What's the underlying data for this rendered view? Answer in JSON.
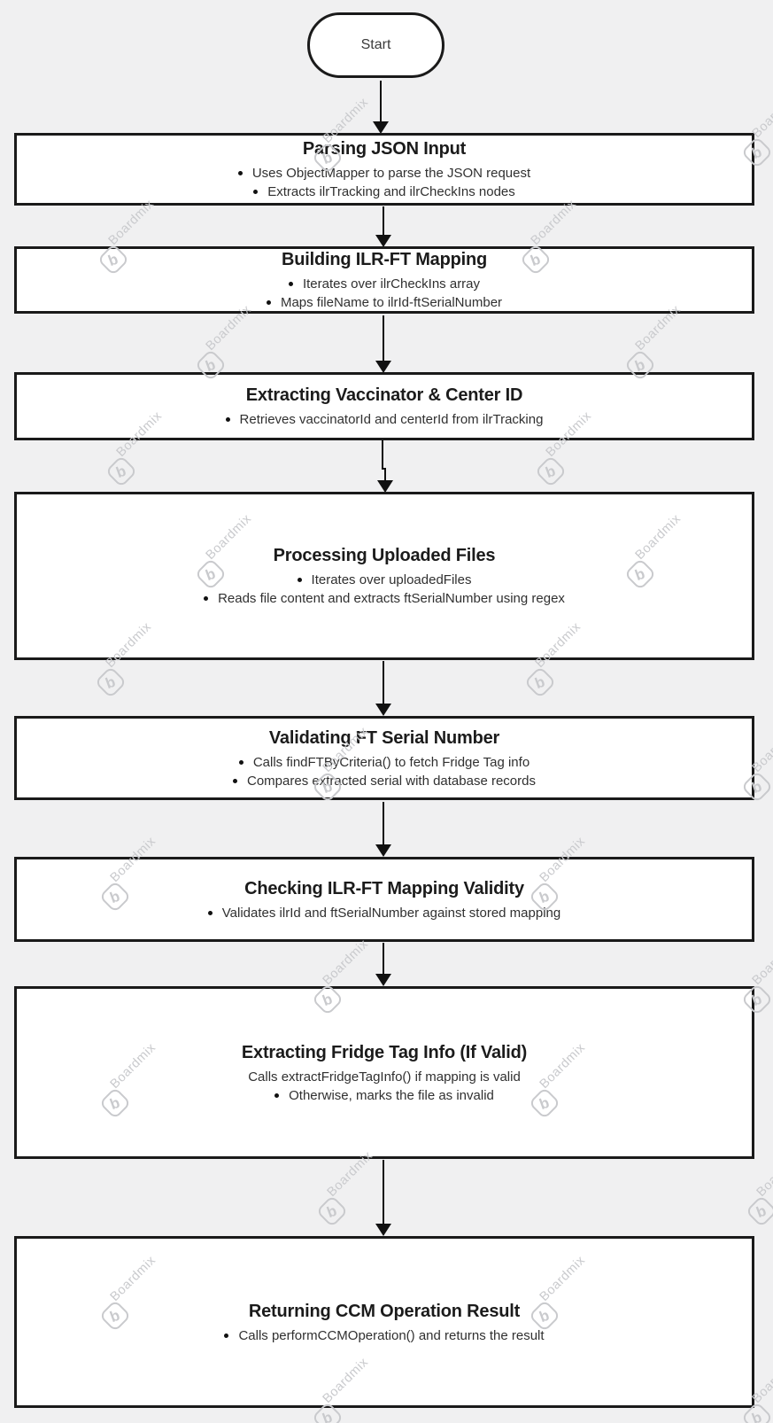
{
  "colors": {
    "background": "#f0f0f1",
    "node_fill": "#ffffff",
    "node_border": "#1a1a1a",
    "arrow": "#111111",
    "title_text": "#1b1b1b",
    "body_text": "#303030",
    "watermark": "#c9cacd"
  },
  "watermark": {
    "text": "Boardmix",
    "logo_letter": "b"
  },
  "flowchart": {
    "start": {
      "label": "Start"
    },
    "steps": [
      {
        "title": "Parsing JSON Input",
        "lines": [
          {
            "bullet": true,
            "text": "Uses ObjectMapper to parse the JSON request"
          },
          {
            "bullet": true,
            "text": "Extracts ilrTracking and ilrCheckIns nodes"
          }
        ]
      },
      {
        "title": "Building ILR-FT Mapping",
        "lines": [
          {
            "bullet": true,
            "text": "Iterates over ilrCheckIns array"
          },
          {
            "bullet": true,
            "text": "Maps fileName to ilrId-ftSerialNumber"
          }
        ]
      },
      {
        "title": "Extracting Vaccinator & Center ID",
        "lines": [
          {
            "bullet": true,
            "text": "Retrieves vaccinatorId and centerId from ilrTracking"
          }
        ]
      },
      {
        "title": "Processing Uploaded Files",
        "lines": [
          {
            "bullet": true,
            "text": "Iterates over uploadedFiles"
          },
          {
            "bullet": true,
            "text": "Reads file content and extracts ftSerialNumber using regex"
          }
        ]
      },
      {
        "title": "Validating FT Serial Number",
        "lines": [
          {
            "bullet": true,
            "text": "Calls findFTByCriteria() to fetch Fridge Tag info"
          },
          {
            "bullet": true,
            "text": "Compares extracted serial with database records"
          }
        ]
      },
      {
        "title": "Checking ILR-FT Mapping Validity",
        "lines": [
          {
            "bullet": true,
            "text": "Validates ilrId and ftSerialNumber against stored mapping"
          }
        ]
      },
      {
        "title": "Extracting Fridge Tag Info (If Valid)",
        "lines": [
          {
            "bullet": false,
            "text": "Calls extractFridgeTagInfo() if mapping is valid"
          },
          {
            "bullet": true,
            "text": "Otherwise, marks the file as invalid"
          }
        ]
      },
      {
        "title": "Returning CCM Operation Result",
        "lines": [
          {
            "bullet": true,
            "text": "Calls performCCMOperation() and returns the result"
          }
        ]
      }
    ]
  }
}
